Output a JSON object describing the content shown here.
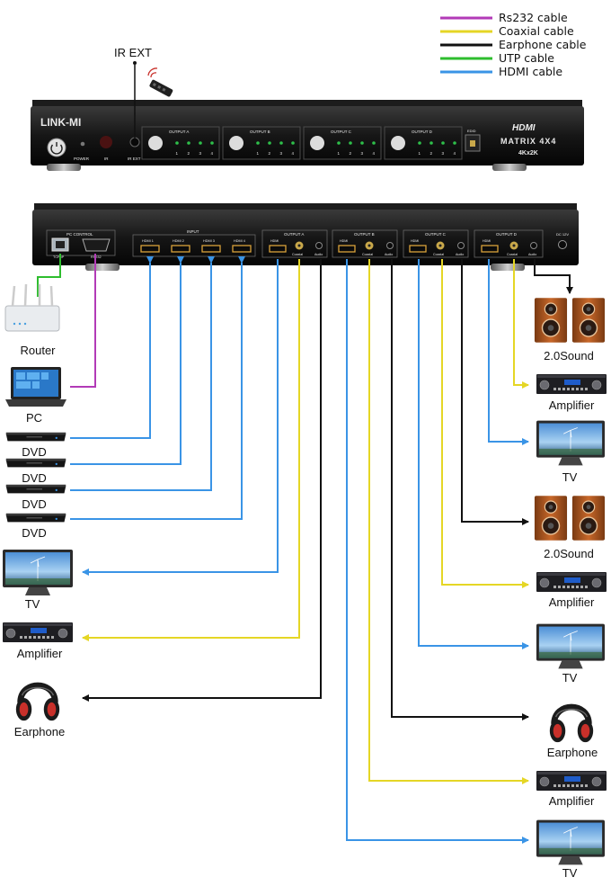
{
  "legend": [
    {
      "label": "Rs232 cable",
      "color": "#b23ab7"
    },
    {
      "label": "Coaxial cable",
      "color": "#e5d625"
    },
    {
      "label": "Earphone cable",
      "color": "#111111"
    },
    {
      "label": "UTP cable",
      "color": "#2ebd2e"
    },
    {
      "label": "HDMI cable",
      "color": "#3a94e6"
    }
  ],
  "front_panel": {
    "brand": "LINK-MI",
    "hdmi_logo": "HDMI",
    "model": "MATRIX 4X4",
    "resolution": "4Kx2K",
    "power_label": "POWER",
    "ir_label": "IR",
    "ir_ext_label": "IR EXT",
    "outputs": [
      "OUTPUT A",
      "OUTPUT B",
      "OUTPUT C",
      "OUTPUT D"
    ],
    "led_numbers": [
      "1",
      "2",
      "3",
      "4"
    ],
    "edid_label": "EDID"
  },
  "ir_ext_callout": "IR EXT",
  "rear_panel": {
    "pc_control": "PC CONTROL",
    "tcp_ip": "TCP/IP",
    "rs232": "RS232",
    "input_label": "INPUT",
    "hdmi_inputs": [
      "HDMI 1",
      "HDMI 2",
      "HDMI 3",
      "HDMI 4"
    ],
    "outputs": [
      "OUTPUT A",
      "OUTPUT B",
      "OUTPUT C",
      "OUTPUT D"
    ],
    "port_labels": [
      "HDMI",
      "Coaxial",
      "Audio"
    ],
    "dc": "DC 12V"
  },
  "left_devices": [
    {
      "label": "Router",
      "icon": "router-icon"
    },
    {
      "label": "PC",
      "icon": "laptop-icon"
    },
    {
      "label": "DVD",
      "icon": "dvd-player-icon"
    },
    {
      "label": "DVD",
      "icon": "dvd-player-icon"
    },
    {
      "label": "DVD",
      "icon": "dvd-player-icon"
    },
    {
      "label": "DVD",
      "icon": "dvd-player-icon"
    },
    {
      "label": "TV",
      "icon": "tv-icon"
    },
    {
      "label": "Amplifier",
      "icon": "amplifier-icon"
    },
    {
      "label": "Earphone",
      "icon": "headphones-icon"
    }
  ],
  "right_devices": [
    {
      "label": "2.0Sound",
      "icon": "speakers-icon"
    },
    {
      "label": "Amplifier",
      "icon": "amplifier-icon"
    },
    {
      "label": "TV",
      "icon": "tv-icon"
    },
    {
      "label": "2.0Sound",
      "icon": "speakers-icon"
    },
    {
      "label": "Amplifier",
      "icon": "amplifier-icon"
    },
    {
      "label": "TV",
      "icon": "tv-icon"
    },
    {
      "label": "Earphone",
      "icon": "headphones-icon"
    },
    {
      "label": "Amplifier",
      "icon": "amplifier-icon"
    },
    {
      "label": "TV",
      "icon": "tv-icon"
    }
  ]
}
